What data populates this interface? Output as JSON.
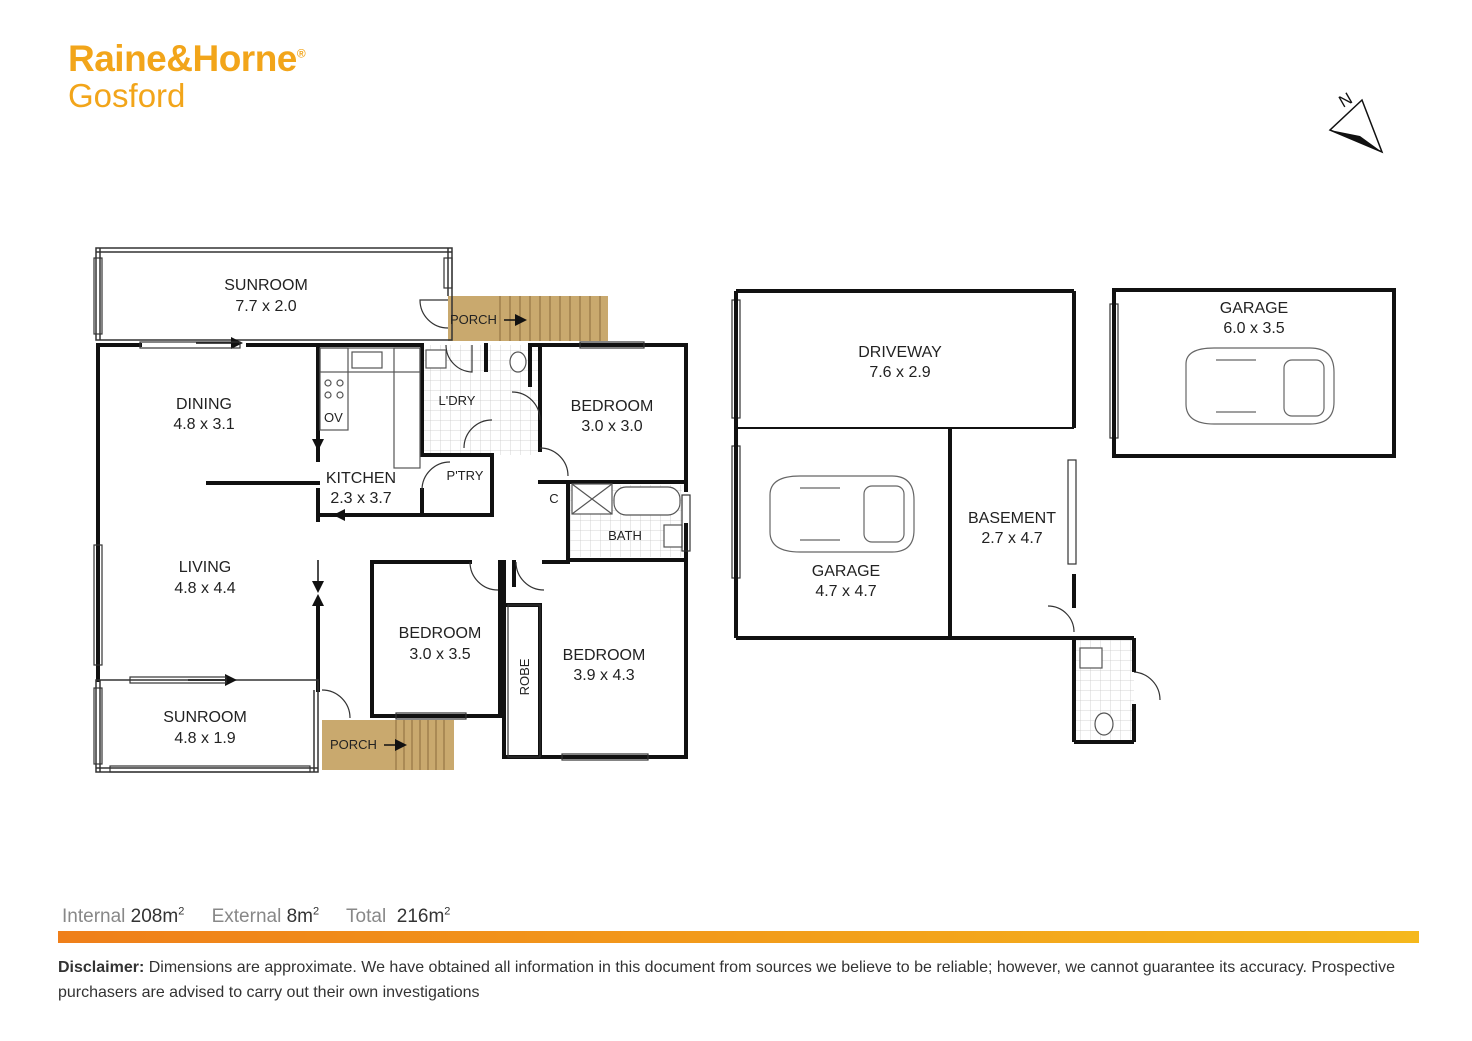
{
  "logo": {
    "brand": "Raine&Horne",
    "office": "Gosford"
  },
  "rooms": {
    "sunroom_top": {
      "name": "SUNROOM",
      "dims": "7.7 x 2.0"
    },
    "porch_top": {
      "name": "PORCH"
    },
    "dining": {
      "name": "DINING",
      "dims": "4.8 x 3.1"
    },
    "oven": {
      "label": "OV"
    },
    "laundry": {
      "name": "L'DRY"
    },
    "bedroom_ne": {
      "name": "BEDROOM",
      "dims": "3.0 x 3.0"
    },
    "kitchen": {
      "name": "KITCHEN",
      "dims": "2.3 x 3.7"
    },
    "pantry": {
      "name": "P'TRY"
    },
    "cupboard": {
      "label": "C"
    },
    "bath": {
      "name": "BATH"
    },
    "living": {
      "name": "LIVING",
      "dims": "4.8 x 4.4"
    },
    "bedroom_mid": {
      "name": "BEDROOM",
      "dims": "3.0 x 3.5"
    },
    "robe": {
      "name": "ROBE"
    },
    "bedroom_se": {
      "name": "BEDROOM",
      "dims": "3.9 x 4.3"
    },
    "sunroom_bottom": {
      "name": "SUNROOM",
      "dims": "4.8 x 1.9"
    },
    "porch_bottom": {
      "name": "PORCH"
    },
    "driveway": {
      "name": "DRIVEWAY",
      "dims": "7.6 x 2.9"
    },
    "garage_lower": {
      "name": "GARAGE",
      "dims": "4.7 x 4.7"
    },
    "basement": {
      "name": "BASEMENT",
      "dims": "2.7 x 4.7"
    },
    "garage_detached": {
      "name": "GARAGE",
      "dims": "6.0 x 3.5"
    }
  },
  "compass": {
    "label": "N"
  },
  "areas": {
    "internal_label": "Internal",
    "internal_value": "208m",
    "external_label": "External",
    "external_value": "8m",
    "total_label": "Total",
    "total_value": "216m",
    "unit_exponent": "2"
  },
  "disclaimer": {
    "label": "Disclaimer:",
    "text": "Dimensions are approximate. We have obtained all information in this document from sources we believe to be reliable; however, we cannot guarantee its accuracy. Prospective purchasers are advised to carry out their own investigations"
  },
  "colors": {
    "brand": "#f2a51a",
    "porch_fill": "#c9a96e",
    "wall": "#111111",
    "bar_start": "#ef7f1a",
    "bar_end": "#f5b81c"
  }
}
